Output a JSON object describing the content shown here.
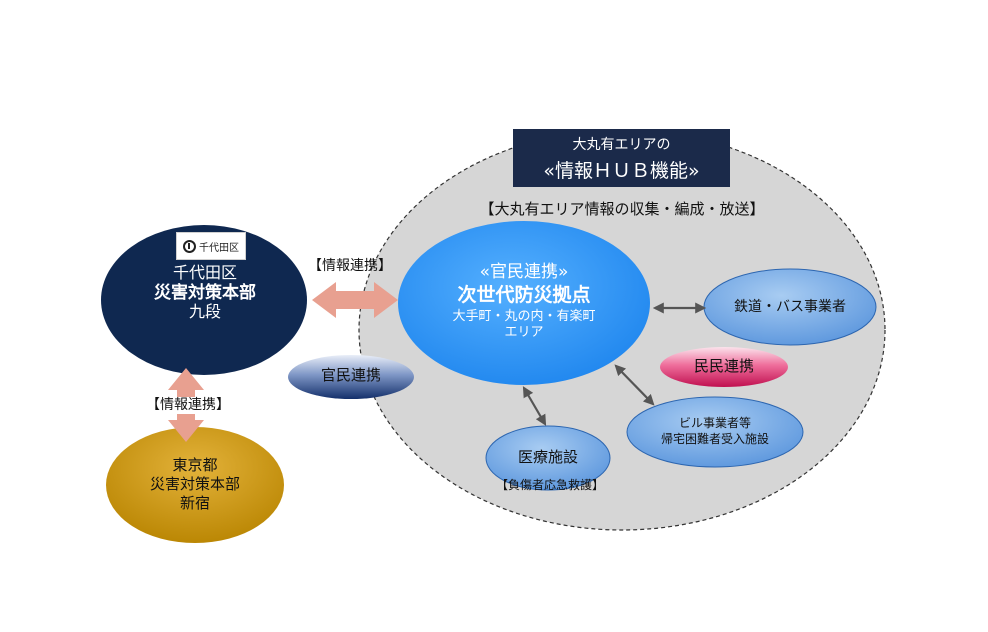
{
  "hub": {
    "title_line1": "大丸有エリアの",
    "title_line2": "«情報ＨＵＢ機能»",
    "subtitle": "【大丸有エリア情報の収集・編成・放送】"
  },
  "chiyoda": {
    "logo_text": "千代田区",
    "line1": "千代田区",
    "line2": "災害対策本部",
    "line3": "九段"
  },
  "tokyo": {
    "line1": "東京都",
    "line2": "災害対策本部",
    "line3": "新宿"
  },
  "center": {
    "line1": "«官民連携»",
    "line2": "次世代防災拠点",
    "line3": "大手町・丸の内・有楽町",
    "line4": "エリア"
  },
  "labels": {
    "info_link_horizontal": "【情報連携】",
    "info_link_vertical": "【情報連携】",
    "kanmin": "官民連携",
    "minmin": "民民連携"
  },
  "nodes": {
    "railway": "鉄道・バス事業者",
    "building_line1": "ビル事業者等",
    "building_line2": "帰宅困難者受入施設",
    "medical": "医療施設",
    "medical_caption": "【負傷者応急救護】"
  },
  "colors": {
    "navy": "#0f2850",
    "blue_center": "#3399ff",
    "blue_node": "#6fa8e8",
    "gold": "#c99a10",
    "salmon_arrow": "#e8a090",
    "pink": "#e0306e",
    "hub_box": "#1b2a4a",
    "gray_circle": "#d6d6d6"
  }
}
